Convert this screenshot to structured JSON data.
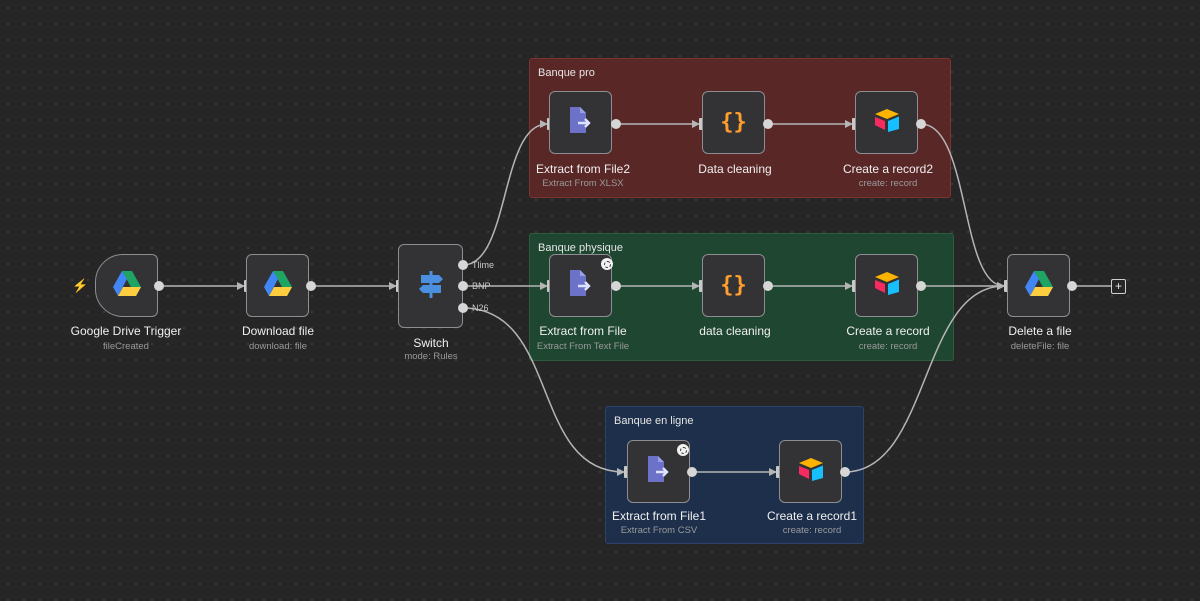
{
  "canvas": {
    "background": "#262626",
    "edge_color": "#b5b5b5",
    "icons": {
      "google_drive": "google-drive-icon",
      "extract_file": "extract-file-icon",
      "code": "code-braces-icon",
      "airtable": "airtable-icon",
      "switch": "signpost-icon"
    }
  },
  "groups": [
    {
      "title": "Banque pro",
      "color": "#5a2727"
    },
    {
      "title": "Banque physique",
      "color": "#1e4630"
    },
    {
      "title": "Banque en ligne",
      "color": "#1d2f4b"
    }
  ],
  "nodes": {
    "gdrive_trigger": {
      "label": "Google Drive Trigger",
      "sub": "fileCreated"
    },
    "download_file": {
      "label": "Download file",
      "sub": "download: file"
    },
    "switch": {
      "label": "Switch",
      "sub": "mode: Rules",
      "outputs": [
        "Tlime",
        "BNP",
        "N26"
      ]
    },
    "extract_file2": {
      "label": "Extract from File2",
      "sub": "Extract From XLSX"
    },
    "data_cleaning_pro": {
      "label": "Data cleaning",
      "sub": ""
    },
    "create_record2": {
      "label": "Create a record2",
      "sub": "create: record"
    },
    "extract_file": {
      "label": "Extract from File",
      "sub": "Extract From Text File"
    },
    "data_cleaning_phys": {
      "label": "data cleaning",
      "sub": ""
    },
    "create_record": {
      "label": "Create a record",
      "sub": "create: record"
    },
    "extract_file1": {
      "label": "Extract from File1",
      "sub": "Extract From CSV"
    },
    "create_record1": {
      "label": "Create a record1",
      "sub": "create: record"
    },
    "delete_file": {
      "label": "Delete a file",
      "sub": "deleteFile: file"
    }
  },
  "add_button": {
    "symbol": "+"
  },
  "trigger_marker": {
    "symbol": "⚡"
  }
}
